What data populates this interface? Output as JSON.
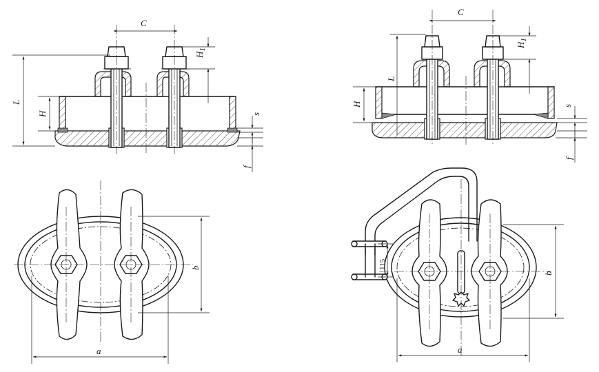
{
  "labels": {
    "C": "C",
    "H1": "H",
    "H1_sub": "1",
    "L": "L",
    "H": "H",
    "s": "s",
    "f": "f",
    "a": "a",
    "b": "b",
    "dim_115": "115"
  },
  "colors": {
    "line": "#1a1a1a",
    "gasket": "#8a8a8a",
    "background": "#ffffff"
  }
}
